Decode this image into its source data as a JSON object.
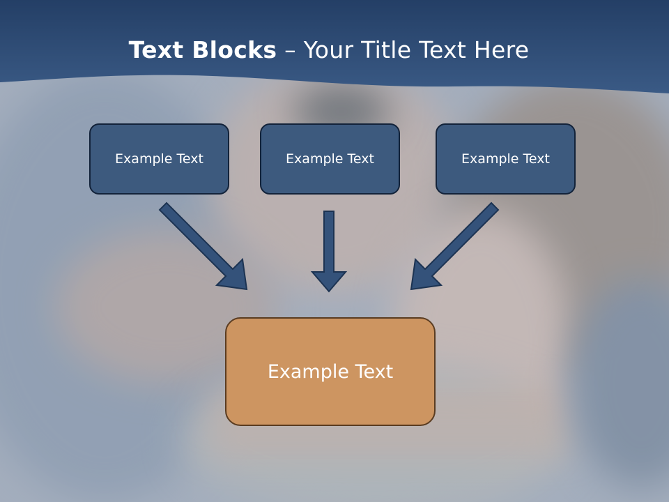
{
  "title": {
    "bold": "Text Blocks",
    "rest": " – Your Title Text Here"
  },
  "boxes": {
    "top": [
      "Example Text",
      "Example Text",
      "Example Text"
    ],
    "bottom": "Example Text"
  },
  "colors": {
    "header": "#2c4a72",
    "box_fill": "#3d5a7e",
    "box_border": "#13233a",
    "bottom_fill": "#cd9561",
    "bottom_border": "#5a3c21",
    "arrow": "#34527a"
  }
}
